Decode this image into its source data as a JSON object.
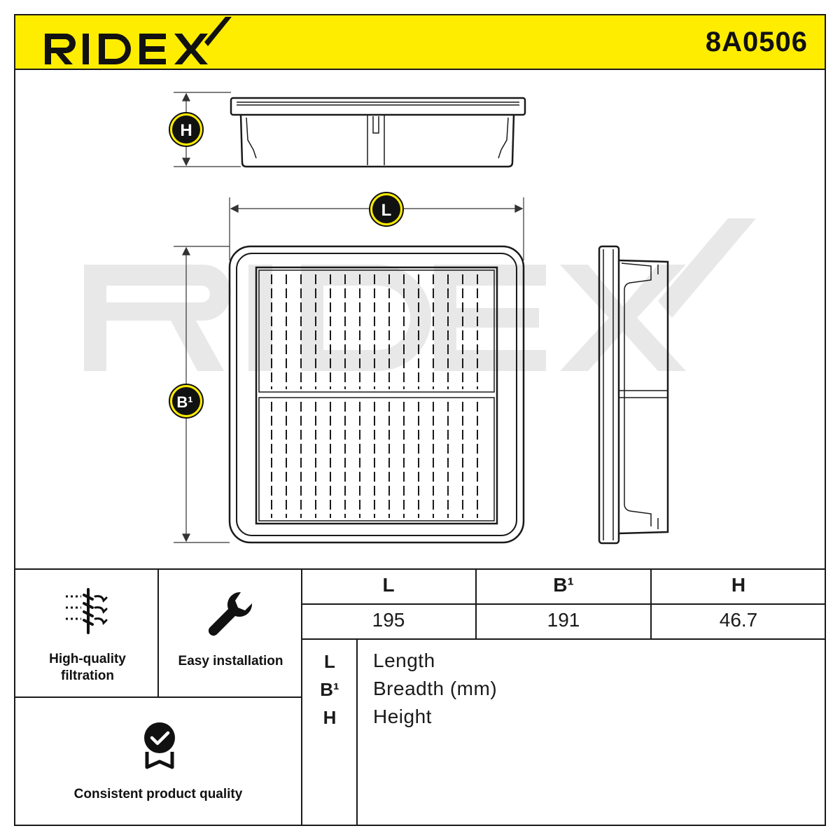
{
  "brand": {
    "name": "RIDEX",
    "part_number": "8A0506",
    "accent_color": "#ffed00"
  },
  "dimension_markers": {
    "height": "H",
    "length": "L",
    "breadth": "B¹"
  },
  "features": [
    {
      "icon": "filtration-icon",
      "label_line1": "High-quality",
      "label_line2": "filtration"
    },
    {
      "icon": "wrench-icon",
      "label": "Easy installation"
    },
    {
      "icon": "quality-badge-icon",
      "label": "Consistent product quality"
    }
  ],
  "dimensions": {
    "headers": [
      "L",
      "B¹",
      "H"
    ],
    "values": [
      "195",
      "191",
      "46.7"
    ]
  },
  "legend": [
    {
      "key": "L",
      "desc": "Length"
    },
    {
      "key": "B¹",
      "desc": "Breadth (mm)"
    },
    {
      "key": "H",
      "desc": "Height"
    }
  ]
}
